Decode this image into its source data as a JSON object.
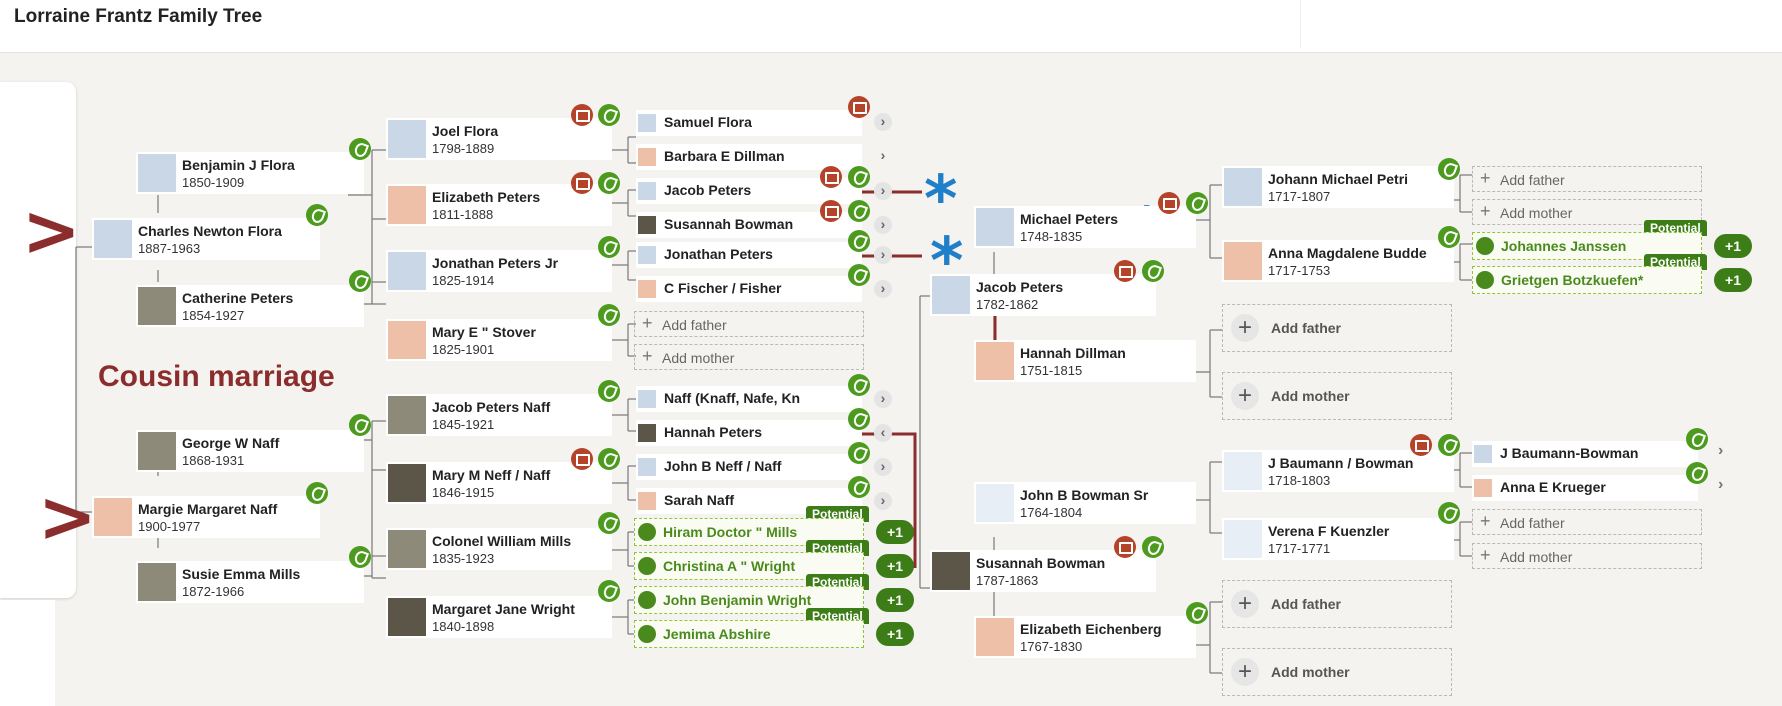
{
  "header": {
    "title": "Lorraine Frantz Family Tree"
  },
  "annotation": {
    "cousin_text": "Cousin marriage"
  },
  "people": {
    "charles": {
      "name": "Charles Newton Flora",
      "dates": "1887-1963"
    },
    "margie": {
      "name": "Margie Margaret Naff",
      "dates": "1900-1977"
    },
    "benjamin": {
      "name": "Benjamin J Flora",
      "dates": "1850-1909"
    },
    "catherine": {
      "name": "Catherine Peters",
      "dates": "1854-1927"
    },
    "george": {
      "name": "George W Naff",
      "dates": "1868-1931"
    },
    "susie": {
      "name": "Susie Emma Mills",
      "dates": "1872-1966"
    },
    "joel": {
      "name": "Joel Flora",
      "dates": "1798-1889"
    },
    "elizabeth_p": {
      "name": "Elizabeth Peters",
      "dates": "1811-1888"
    },
    "jonathan_jr": {
      "name": "Jonathan Peters Jr",
      "dates": "1825-1914"
    },
    "mary_stover": {
      "name": "Mary E \" Stover",
      "dates": "1825-1901"
    },
    "jacob_naff": {
      "name": "Jacob Peters Naff",
      "dates": "1845-1921"
    },
    "mary_neff": {
      "name": "Mary M Neff / Naff",
      "dates": "1846-1915"
    },
    "colonel": {
      "name": "Colonel William Mills",
      "dates": "1835-1923"
    },
    "margaret": {
      "name": "Margaret Jane Wright",
      "dates": "1840-1898"
    },
    "michael": {
      "name": "Michael Peters",
      "dates": "1748-1835"
    },
    "jacob_p": {
      "name": "Jacob Peters",
      "dates": "1782-1862"
    },
    "hannah_d": {
      "name": "Hannah Dillman",
      "dates": "1751-1815"
    },
    "johnbs": {
      "name": "John B Bowman Sr",
      "dates": "1764-1804"
    },
    "susannah_b": {
      "name": "Susannah Bowman",
      "dates": "1787-1863"
    },
    "elizabeth_e": {
      "name": "Elizabeth Eichenberg",
      "dates": "1767-1830"
    },
    "johann": {
      "name": "Johann Michael Petri",
      "dates": "1717-1807"
    },
    "anna_m": {
      "name": "Anna Magdalene Budde",
      "dates": "1717-1753"
    },
    "jbaumann": {
      "name": "J Baumann / Bowman",
      "dates": "1718-1803"
    },
    "verena": {
      "name": "Verena F Kuenzler",
      "dates": "1717-1771"
    }
  },
  "small_people": {
    "samuel": "Samuel Flora",
    "barbara": "Barbara E Dillman",
    "jacob_s": "Jacob Peters",
    "susannah_s": "Susannah Bowman",
    "jonathan_s": "Jonathan Peters",
    "fischer": "C Fischer / Fisher",
    "naff_knaff": "Naff (Knaff, Nafe, Kn",
    "hannah_s": "Hannah Peters",
    "johnb_neff": "John B Neff / Naff",
    "sarah": "Sarah Naff",
    "jbaumann_bowman": "J Baumann-Bowman",
    "anna_k": "Anna E Krueger"
  },
  "potential": {
    "tag": "Potential",
    "count": "+1",
    "hiram": "Hiram Doctor \" Mills",
    "christina": "Christina A \" Wright",
    "johnbenj": "John Benjamin Wright",
    "jemima": "Jemima Abshire",
    "johannes": "Johannes Janssen",
    "grietgen": "Grietgen Botzkuefen*"
  },
  "actions": {
    "add_father": "Add father",
    "add_mother": "Add mother",
    "plus": "+",
    "chevron": "›",
    "chevron_left": "‹"
  },
  "annotation_glyphs": {
    "arrow": ">",
    "star": "*"
  },
  "colors": {
    "hint_green": "#4c9a1e",
    "record_red": "#b5432a",
    "potential_green": "#3d7d17",
    "annotation_maroon": "#8b2d2d",
    "annotation_blue": "#1f7fc8"
  }
}
